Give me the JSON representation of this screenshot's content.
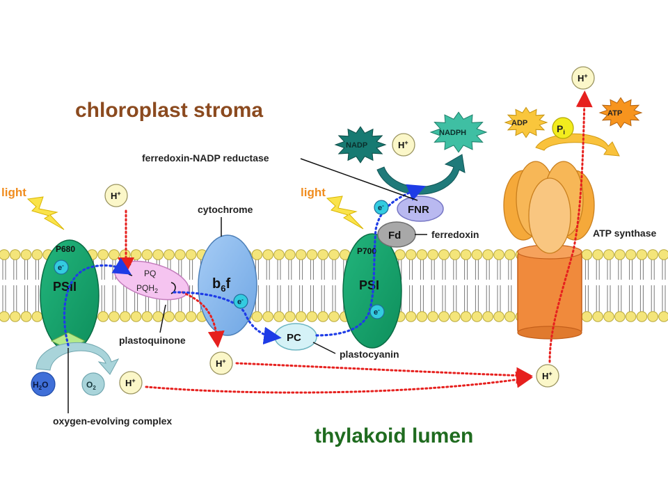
{
  "regions": {
    "stroma": "chloroplast stroma",
    "lumen": "thylakoid lumen"
  },
  "light": {
    "left": "light",
    "right": "light"
  },
  "complexes": {
    "psii": {
      "label": "PSII",
      "sub_label": "P680"
    },
    "plastoquinone_pool": {
      "pq": "PQ",
      "pqh2": "PQH2"
    },
    "cytochrome": "b6f",
    "plastocyanin": "PC",
    "psi": {
      "label": "PSI",
      "sub_label": "P700"
    },
    "ferredoxin": "Fd",
    "fnr": "FNR"
  },
  "callouts": {
    "cytochrome": "cytochrome",
    "plastoquinone": "plastoquinone",
    "plastocyanin": "plastocyanin",
    "ferredoxin": "ferredoxin",
    "fnr": "ferredoxin-NADP reductase",
    "atp_synthase": "ATP synthase",
    "oec": "oxygen-evolving complex"
  },
  "molecules": {
    "h2o": "H2O",
    "o2": "O2",
    "nadp": "NADP",
    "nadph": "NADPH",
    "adp": "ADP",
    "pi": "Pi",
    "atp": "ATP"
  },
  "ions": {
    "proton": "H+",
    "electron": "e-"
  },
  "colors": {
    "stroma_title": "#8B4A1F",
    "lumen_title": "#1F6B1F",
    "light_label": "#F08C1E",
    "psii": "#13A06A",
    "psi": "#13A06A",
    "cytochrome": "#8EBEF0",
    "plastoquinone": "#F5C4F0",
    "plastocyanin": "#D5F2F7",
    "fnr": "#B9B9F0",
    "ferredoxin": "#A8A8A8",
    "atp_synthase_head": "#F7B45A",
    "atp_synthase_stalk": "#F08A3C",
    "proton_bubble": "#FBF7C9",
    "electron_bubble": "#33CCE0",
    "electron_path": "#1E3CE6",
    "proton_path": "#E6201E",
    "membrane_head": "#F4E57A",
    "nadp_star": "#177A72",
    "nadph_star": "#3FBFA3",
    "adp_star": "#F9C63C",
    "atp_star": "#F7941E",
    "pi_bubble": "#F2EC1E"
  }
}
